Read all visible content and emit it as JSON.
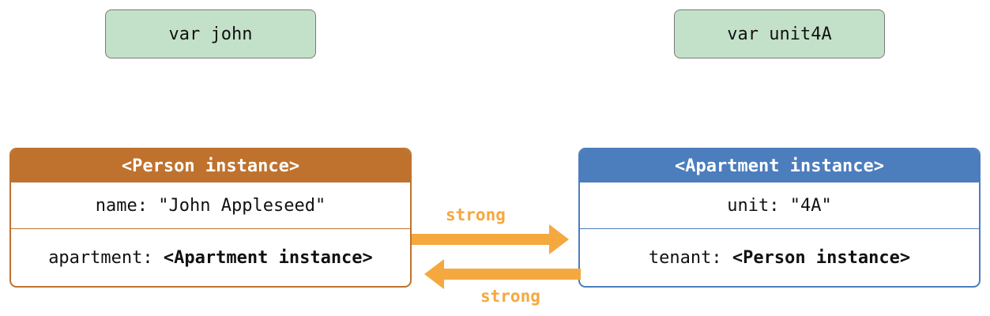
{
  "variables": {
    "john": "var john",
    "unit4A": "var unit4A"
  },
  "person": {
    "header": "<Person instance>",
    "name_key": "name: ",
    "name_value": "\"John Appleseed\"",
    "apartment_key": "apartment: ",
    "apartment_value": "<Apartment instance>"
  },
  "apartment": {
    "header": "<Apartment instance>",
    "unit_key": "unit: ",
    "unit_value": "\"4A\"",
    "tenant_key": "tenant: ",
    "tenant_value": "<Person instance>"
  },
  "references": {
    "forward_label": "strong",
    "backward_label": "strong"
  },
  "colors": {
    "variable_fill": "#c3e1c8",
    "person_accent": "#bf722e",
    "apartment_accent": "#4c7dbd",
    "strong_arrow": "#f5a83e"
  }
}
